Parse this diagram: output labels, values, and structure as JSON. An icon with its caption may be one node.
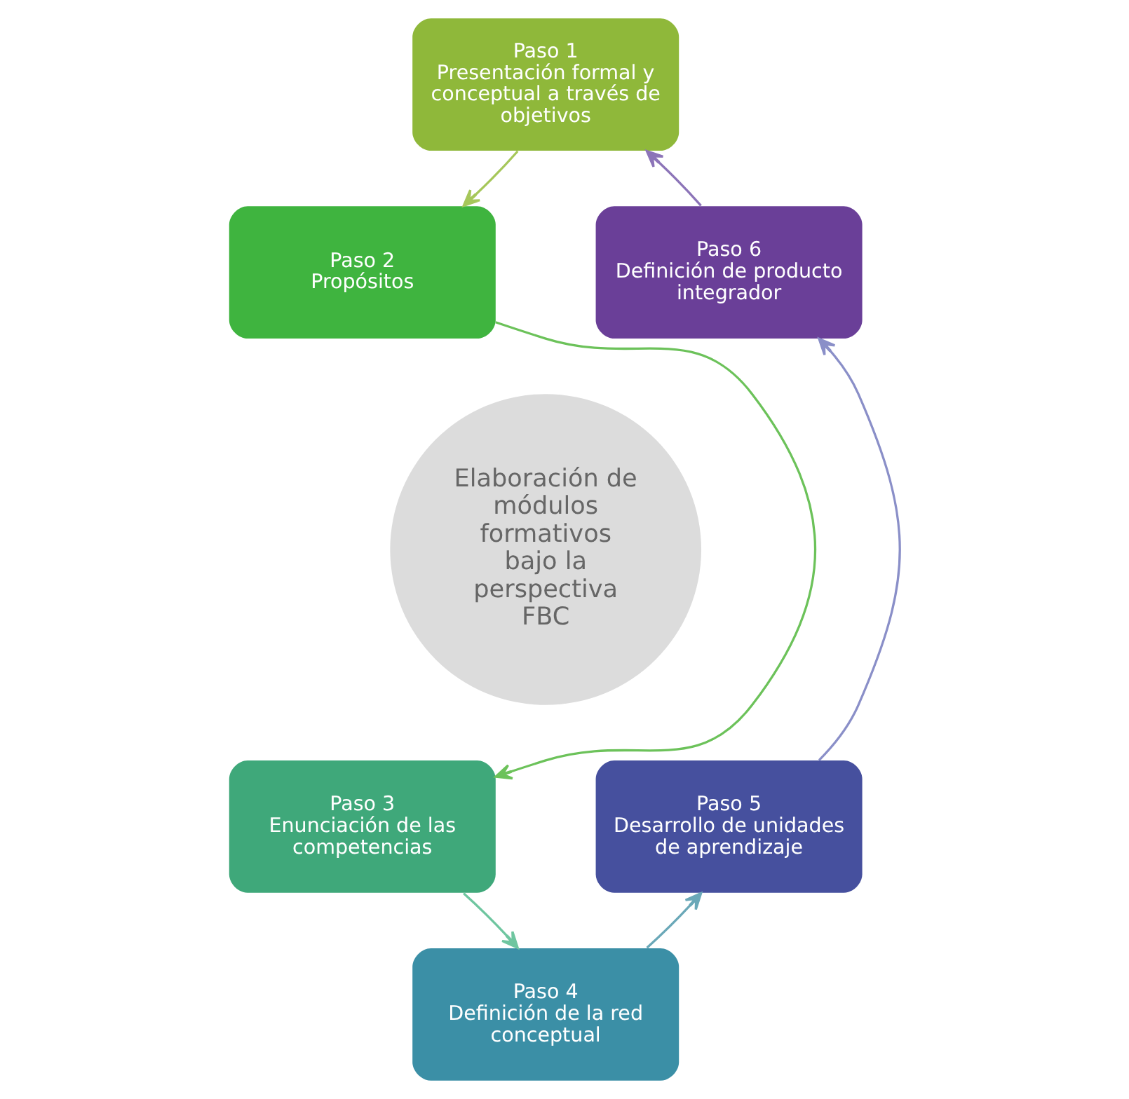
{
  "diagram": {
    "nodes": [
      {
        "text": [
          "Elaboración de módulos formativos bajo la perspectiva FBC"
        ]
      },
      {
        "text": [
          "Paso 1",
          "Presentación formal y conceptual a través de objetivos"
        ]
      },
      {
        "text": [
          "Paso 2",
          "Propósitos"
        ]
      },
      {
        "text": [
          "Paso 3",
          "Enunciación de las competencias"
        ]
      },
      {
        "text": [
          "Paso 4",
          "Definición de la red conceptual"
        ]
      },
      {
        "text": [
          "Paso 5",
          "Desarrollo de unidades de aprendizaje"
        ]
      },
      {
        "text": [
          "Paso 6",
          "Definición de producto integrador"
        ]
      }
    ],
    "edges": [
      {
        "from": 1,
        "to": 2,
        "arrow": "to",
        "color": "#a6c75a"
      },
      {
        "from": 2,
        "to": 3,
        "arrow": "to",
        "color": "#6cc25a"
      },
      {
        "from": 3,
        "to": 4,
        "arrow": "to",
        "color": "#6fc6a0"
      },
      {
        "from": 4,
        "to": 5,
        "arrow": "to",
        "color": "#6aa8b8"
      },
      {
        "from": 5,
        "to": 6,
        "arrow": "to",
        "color": "#8a8fc8"
      },
      {
        "from": 6,
        "to": 1,
        "arrow": "to",
        "color": "#8c74b8"
      }
    ]
  }
}
